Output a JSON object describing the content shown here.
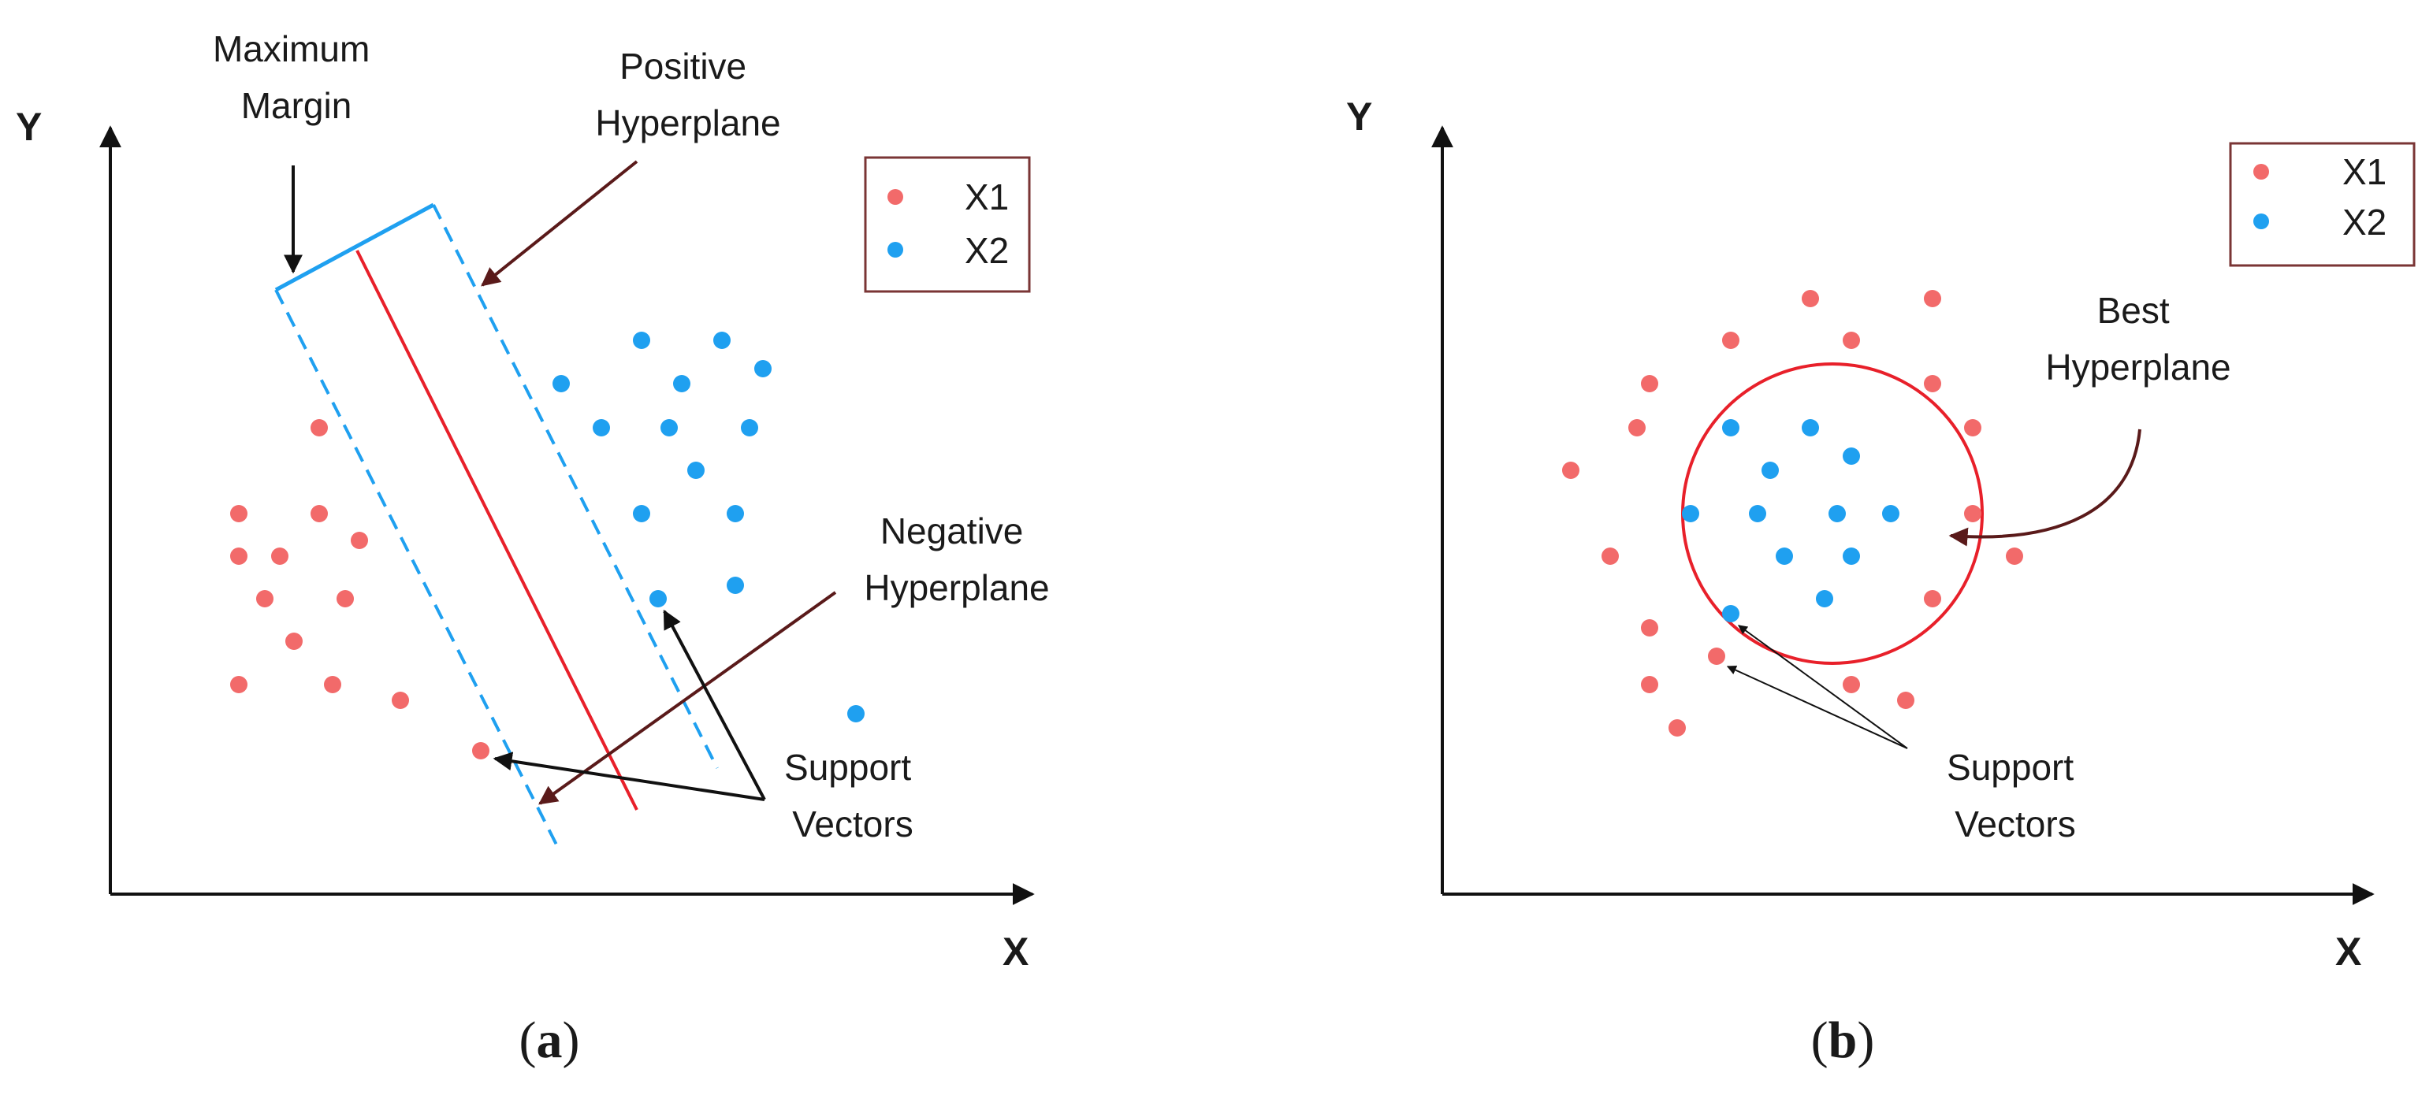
{
  "colors": {
    "x1": "#f26a6a",
    "x2": "#1fa0f0",
    "hyperplane": "#e8202a",
    "margin": "#1fa0f0",
    "annotation_arrow": "#5a1a1a",
    "legend_border": "#7a3535",
    "axis": "#111111"
  },
  "panel_a": {
    "y_label": "Y",
    "x_label": "X",
    "legend": [
      {
        "label": "X1",
        "color_key": "x1"
      },
      {
        "label": "X2",
        "color_key": "x2"
      }
    ],
    "max_margin_label": [
      "Maximum",
      "Margin"
    ],
    "positive_label": [
      "Positive",
      "Hyperplane"
    ],
    "negative_label": [
      "Negative",
      "Hyperplane"
    ],
    "support_label": [
      "Support",
      "Vectors"
    ],
    "caption": {
      "open": "(",
      "letter": "a",
      "close": ")"
    }
  },
  "panel_b": {
    "y_label": "Y",
    "x_label": "X",
    "legend": [
      {
        "label": "X1",
        "color_key": "x1"
      },
      {
        "label": "X2",
        "color_key": "x2"
      }
    ],
    "best_label": [
      "Best",
      "Hyperplane"
    ],
    "support_label": [
      "Support",
      "Vectors"
    ],
    "caption": {
      "open": "(",
      "letter": "b",
      "close": ")"
    }
  }
}
